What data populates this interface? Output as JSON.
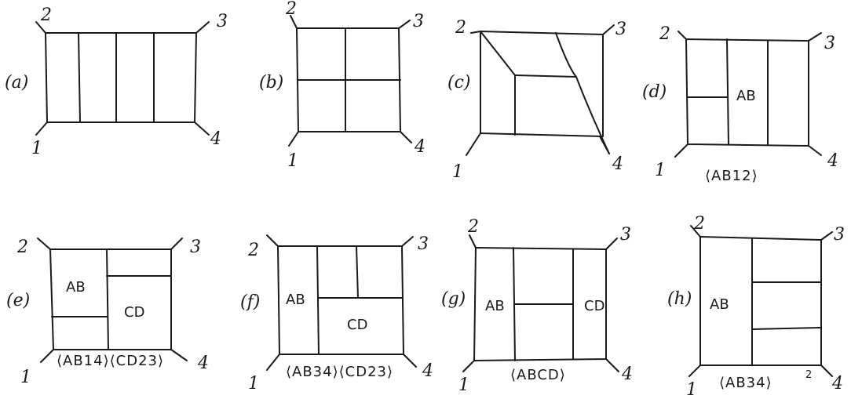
{
  "panels": [
    {
      "id": "a",
      "label": "(a)",
      "caption": "",
      "regions": [],
      "corners": [
        "1",
        "2",
        "3",
        "4"
      ]
    },
    {
      "id": "b",
      "label": "(b)",
      "caption": "",
      "regions": [],
      "corners": [
        "1",
        "2",
        "3",
        "4"
      ]
    },
    {
      "id": "c",
      "label": "(c)",
      "caption": "",
      "regions": [],
      "corners": [
        "1",
        "2",
        "3",
        "4"
      ]
    },
    {
      "id": "d",
      "label": "(d)",
      "caption": "⟨AB12⟩",
      "regions": [
        "AB"
      ],
      "corners": [
        "1",
        "2",
        "3",
        "4"
      ]
    },
    {
      "id": "e",
      "label": "(e)",
      "caption": "⟨AB14⟩⟨CD23⟩",
      "regions": [
        "AB",
        "CD"
      ],
      "corners": [
        "1",
        "2",
        "3",
        "4"
      ]
    },
    {
      "id": "f",
      "label": "(f)",
      "caption": "⟨AB34⟩⟨CD23⟩",
      "regions": [
        "AB",
        "CD"
      ],
      "corners": [
        "1",
        "2",
        "3",
        "4"
      ]
    },
    {
      "id": "g",
      "label": "(g)",
      "caption": "⟨ABCD⟩",
      "regions": [
        "AB",
        "CD"
      ],
      "corners": [
        "1",
        "2",
        "3",
        "4"
      ]
    },
    {
      "id": "h",
      "label": "(h)",
      "caption": "⟨AB34⟩",
      "caption_sup": "2",
      "regions": [
        "AB"
      ],
      "corners": [
        "1",
        "2",
        "3",
        "4"
      ]
    }
  ]
}
